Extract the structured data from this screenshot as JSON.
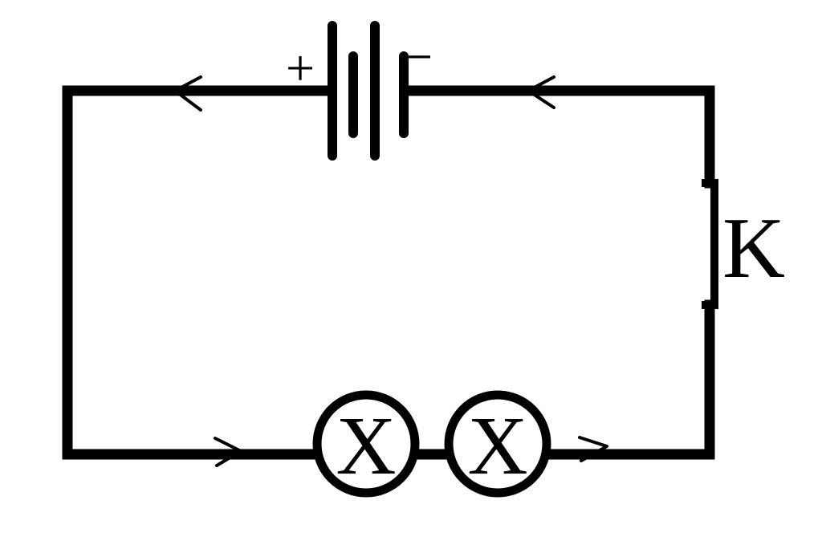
{
  "battery": {
    "positive_sign": "+",
    "negative_sign": "−"
  },
  "switch": {
    "label": "K"
  },
  "lamps": [
    {
      "symbol": "X"
    },
    {
      "symbol": "X"
    }
  ],
  "colors": {
    "wire": "#000000",
    "background": "#ffffff"
  }
}
